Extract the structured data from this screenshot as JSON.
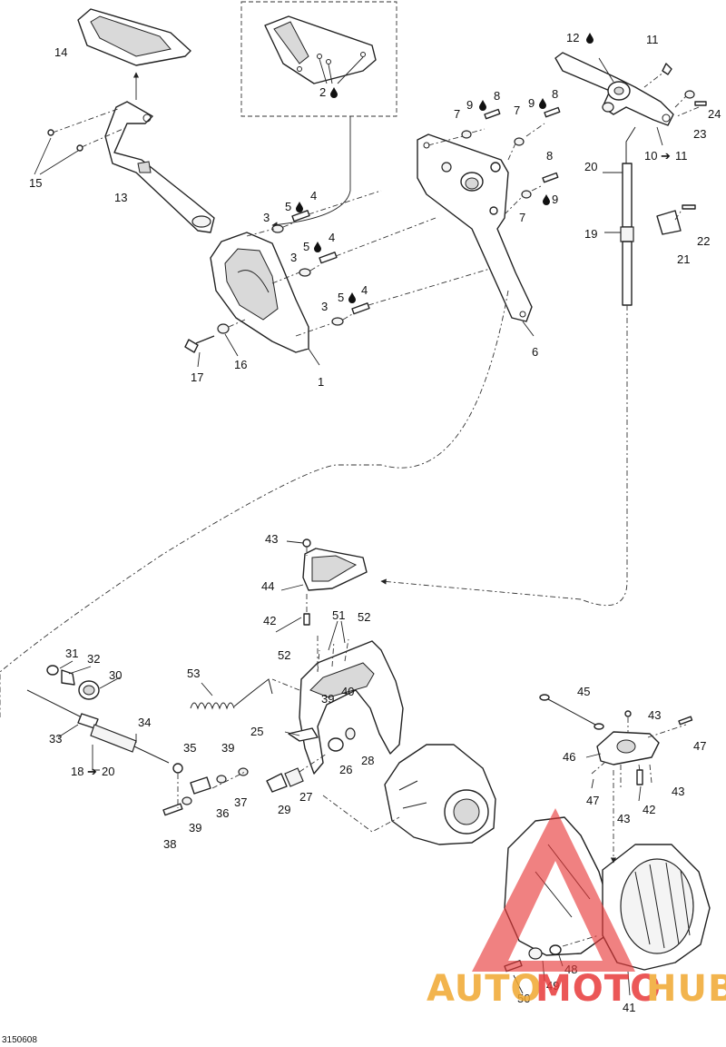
{
  "document_code": "3150608",
  "watermark": {
    "part1": "AUTO",
    "part2": "MOTO",
    "part3": "HUB",
    "color_primary": "#f0a830",
    "color_secondary": "#e83a3a"
  },
  "callouts": [
    {
      "id": "c1",
      "text": "1"
    },
    {
      "id": "c2",
      "text": "2"
    },
    {
      "id": "c3a",
      "text": "3"
    },
    {
      "id": "c3b",
      "text": "3"
    },
    {
      "id": "c3c",
      "text": "3"
    },
    {
      "id": "c4a",
      "text": "4"
    },
    {
      "id": "c4b",
      "text": "4"
    },
    {
      "id": "c4c",
      "text": "4"
    },
    {
      "id": "c5a",
      "text": "5"
    },
    {
      "id": "c5b",
      "text": "5"
    },
    {
      "id": "c5c",
      "text": "5"
    },
    {
      "id": "c6",
      "text": "6"
    },
    {
      "id": "c7a",
      "text": "7"
    },
    {
      "id": "c7b",
      "text": "7"
    },
    {
      "id": "c7c",
      "text": "7"
    },
    {
      "id": "c8a",
      "text": "8"
    },
    {
      "id": "c8b",
      "text": "8"
    },
    {
      "id": "c8c",
      "text": "8"
    },
    {
      "id": "c9a",
      "text": "9"
    },
    {
      "id": "c9b",
      "text": "9"
    },
    {
      "id": "c9c",
      "text": "9"
    },
    {
      "id": "c10",
      "text": "10"
    },
    {
      "id": "c10to11",
      "text": "11"
    },
    {
      "id": "c11",
      "text": "11"
    },
    {
      "id": "c12",
      "text": "12"
    },
    {
      "id": "c13",
      "text": "13"
    },
    {
      "id": "c14",
      "text": "14"
    },
    {
      "id": "c15",
      "text": "15"
    },
    {
      "id": "c16",
      "text": "16"
    },
    {
      "id": "c17",
      "text": "17"
    },
    {
      "id": "c18",
      "text": "18"
    },
    {
      "id": "c18to20",
      "text": "20"
    },
    {
      "id": "c19",
      "text": "19"
    },
    {
      "id": "c20",
      "text": "20"
    },
    {
      "id": "c21",
      "text": "21"
    },
    {
      "id": "c22",
      "text": "22"
    },
    {
      "id": "c23",
      "text": "23"
    },
    {
      "id": "c24",
      "text": "24"
    },
    {
      "id": "c25",
      "text": "25"
    },
    {
      "id": "c26",
      "text": "26"
    },
    {
      "id": "c27",
      "text": "27"
    },
    {
      "id": "c28",
      "text": "28"
    },
    {
      "id": "c29",
      "text": "29"
    },
    {
      "id": "c30",
      "text": "30"
    },
    {
      "id": "c31",
      "text": "31"
    },
    {
      "id": "c32",
      "text": "32"
    },
    {
      "id": "c33",
      "text": "33"
    },
    {
      "id": "c34",
      "text": "34"
    },
    {
      "id": "c35",
      "text": "35"
    },
    {
      "id": "c36",
      "text": "36"
    },
    {
      "id": "c37",
      "text": "37"
    },
    {
      "id": "c38",
      "text": "38"
    },
    {
      "id": "c39a",
      "text": "39"
    },
    {
      "id": "c39b",
      "text": "39"
    },
    {
      "id": "c39c",
      "text": "39"
    },
    {
      "id": "c40",
      "text": "40"
    },
    {
      "id": "c41",
      "text": "41"
    },
    {
      "id": "c42a",
      "text": "42"
    },
    {
      "id": "c42b",
      "text": "42"
    },
    {
      "id": "c43a",
      "text": "43"
    },
    {
      "id": "c43b",
      "text": "43"
    },
    {
      "id": "c43c",
      "text": "43"
    },
    {
      "id": "c43d",
      "text": "43"
    },
    {
      "id": "c44",
      "text": "44"
    },
    {
      "id": "c45",
      "text": "45"
    },
    {
      "id": "c46",
      "text": "46"
    },
    {
      "id": "c47a",
      "text": "47"
    },
    {
      "id": "c47b",
      "text": "47"
    },
    {
      "id": "c48",
      "text": "48"
    },
    {
      "id": "c49",
      "text": "49"
    },
    {
      "id": "c50",
      "text": "50"
    },
    {
      "id": "c51",
      "text": "51"
    },
    {
      "id": "c52a",
      "text": "52"
    },
    {
      "id": "c52b",
      "text": "52"
    },
    {
      "id": "c53",
      "text": "53"
    }
  ],
  "icons": {
    "lubricant": "drop-icon",
    "reference_arrow": "arrow-right-icon"
  }
}
